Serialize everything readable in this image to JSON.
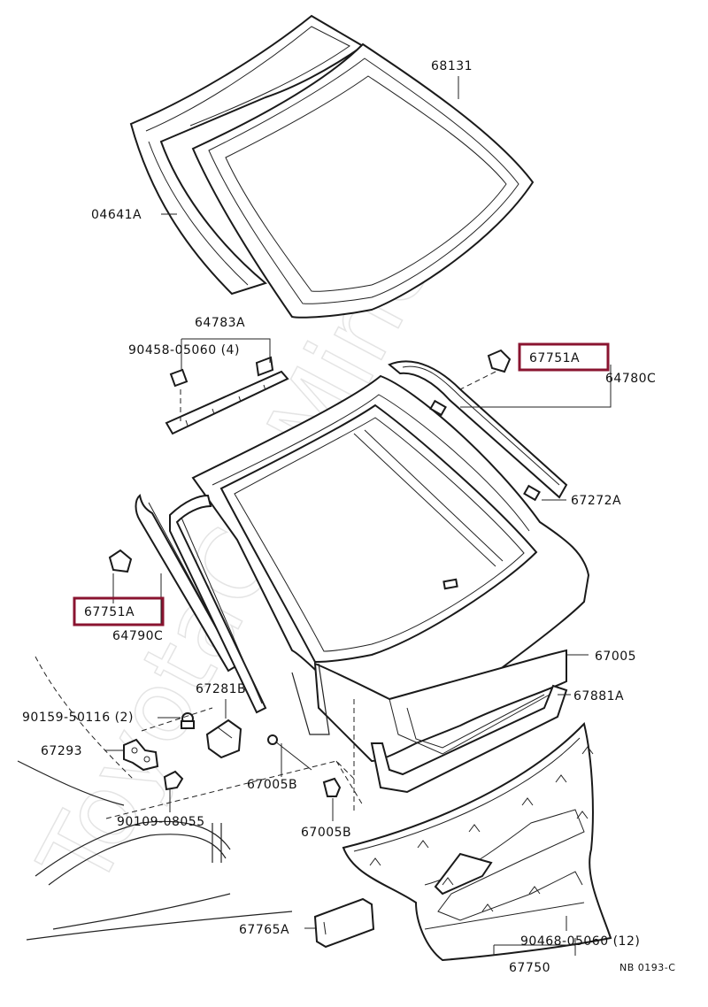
{
  "watermark": "ToyotaCarMine.ru",
  "reference_code": "NB 0193-C",
  "highlight_color": "#8a1430",
  "parts": {
    "p68131": "68131",
    "p04641A": "04641A",
    "p64783A": "64783A",
    "p90458_4": "90458-05060 (4)",
    "p67751A_right": "67751A",
    "p64780C": "64780C",
    "p67272A": "67272A",
    "p67751A_left": "67751A",
    "p64790C": "64790C",
    "p67005": "67005",
    "p67281B": "67281B",
    "p67881A": "67881A",
    "p90159": "90159-50116 (2)",
    "p67293": "67293",
    "p67005B_a": "67005B",
    "p67005B_b": "67005B",
    "p90109": "90109-08055",
    "p67765A": "67765A",
    "p90458_12": "90468-05060 (12)",
    "p67750": "67750"
  }
}
